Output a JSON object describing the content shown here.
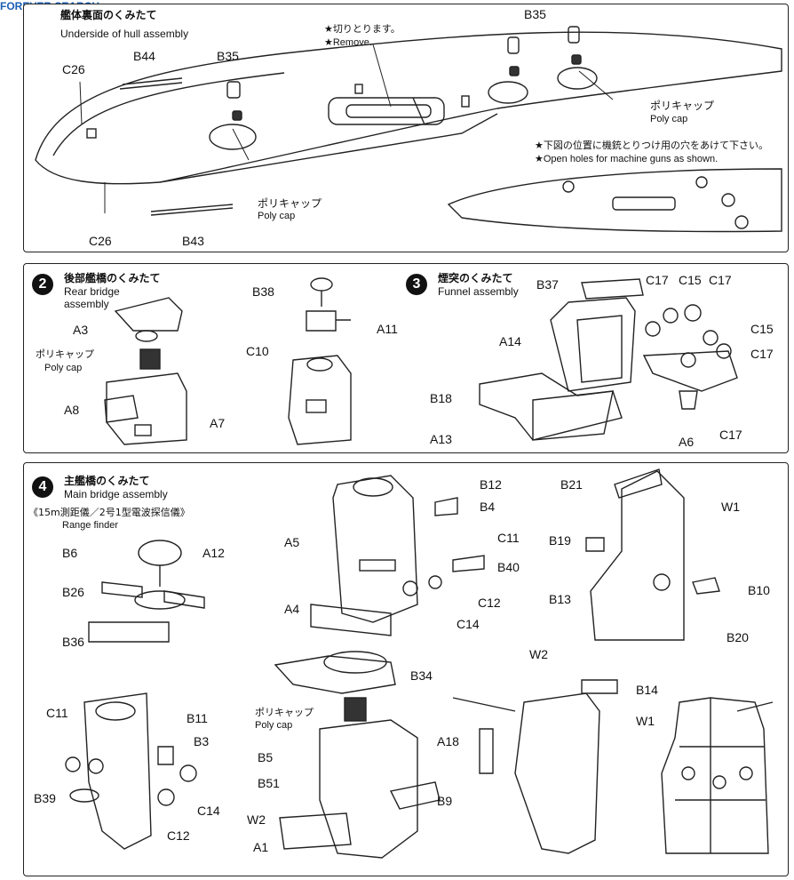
{
  "watermark": {
    "text": "FOREVER SEARCH",
    "color": "#1a5fb4"
  },
  "step1": {
    "title_jp": "艦体裏面のくみたて",
    "title_en": "Underside of hull assembly",
    "note_remove_jp": "★切りとります。",
    "note_remove_en": "★Remove.",
    "note_holes_jp": "★下図の位置に機銃とりつけ用の穴をあけて下さい。",
    "note_holes_en": "★Open holes for machine guns as shown.",
    "labels": {
      "c26_top": "C26",
      "b44": "B44",
      "b35_left": "B35",
      "b35_right": "B35",
      "c26_bottom": "C26",
      "b43": "B43"
    },
    "polycap_left_jp": "ポリキャップ",
    "polycap_left_en": "Poly cap",
    "polycap_right_jp": "ポリキャップ",
    "polycap_right_en": "Poly cap"
  },
  "step2": {
    "number": "2",
    "title_jp": "後部艦橋のくみたて",
    "title_en_1": "Rear bridge",
    "title_en_2": "assembly",
    "polycap_jp": "ポリキャップ",
    "polycap_en": "Poly cap",
    "labels": {
      "a3": "A3",
      "a8": "A8",
      "a7": "A7",
      "b38": "B38",
      "a11": "A11",
      "c10": "C10"
    }
  },
  "step3": {
    "number": "3",
    "title_jp": "煙突のくみたて",
    "title_en": "Funnel assembly",
    "labels": {
      "b37": "B37",
      "a14": "A14",
      "b18": "B18",
      "a13": "A13",
      "c17_a": "C17",
      "c15_a": "C15",
      "c17_b": "C17",
      "c15_b": "C15",
      "c17_c": "C17",
      "a6": "A6",
      "c17_d": "C17"
    }
  },
  "step4": {
    "number": "4",
    "title_jp": "主艦橋のくみたて",
    "title_en": "Main bridge assembly",
    "range_jp": "《15m測距儀／2号1型電波探信儀》",
    "range_en": "Range finder",
    "polycap_jp": "ポリキャップ",
    "polycap_en": "Poly cap",
    "labels": {
      "b6": "B6",
      "a12": "A12",
      "b26": "B26",
      "b36": "B36",
      "b12": "B12",
      "a5": "A5",
      "b4": "B4",
      "c11_a": "C11",
      "b40": "B40",
      "c12_a": "C12",
      "a4": "A4",
      "c14_a": "C14",
      "b21": "B21",
      "w1_a": "W1",
      "b19": "B19",
      "b13": "B13",
      "b10": "B10",
      "b20": "B20",
      "c11_b": "C11",
      "b11": "B11",
      "b3": "B3",
      "b39": "B39",
      "c14_b": "C14",
      "c12_b": "C12",
      "b34": "B34",
      "b5": "B5",
      "b51": "B51",
      "w2_a": "W2",
      "a1": "A1",
      "b9": "B9",
      "w2_b": "W2",
      "b14": "B14",
      "w1_b": "W1",
      "a18": "A18"
    }
  }
}
